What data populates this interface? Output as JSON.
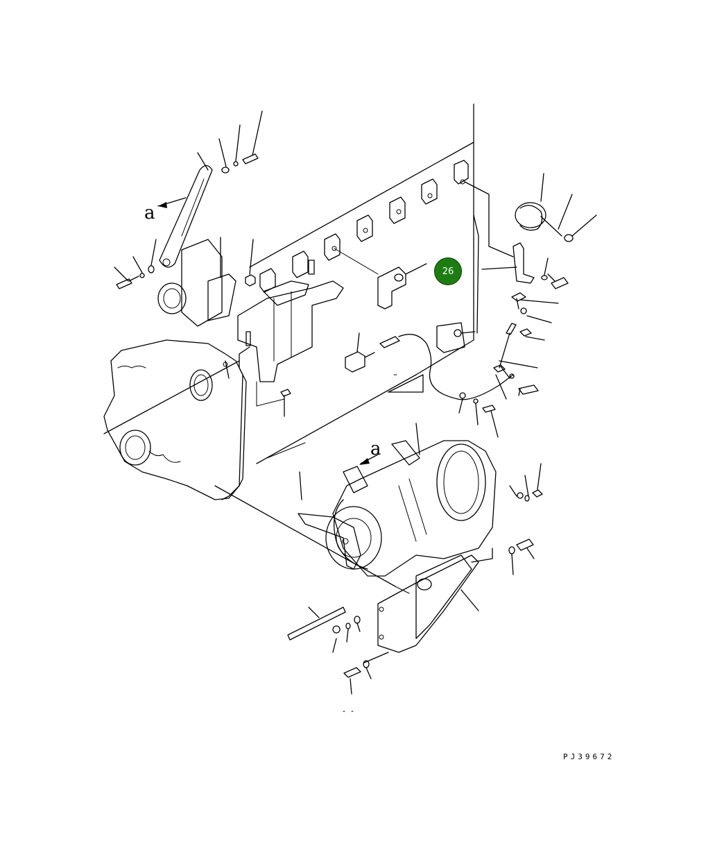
{
  "figure": {
    "view_label_top": "a",
    "view_label_bottom": "a",
    "callout": "26",
    "drawing_code": "PJ39672"
  },
  "colors": {
    "callout_fill": "#1d7d12",
    "line": "#000000",
    "background": "#ffffff"
  }
}
